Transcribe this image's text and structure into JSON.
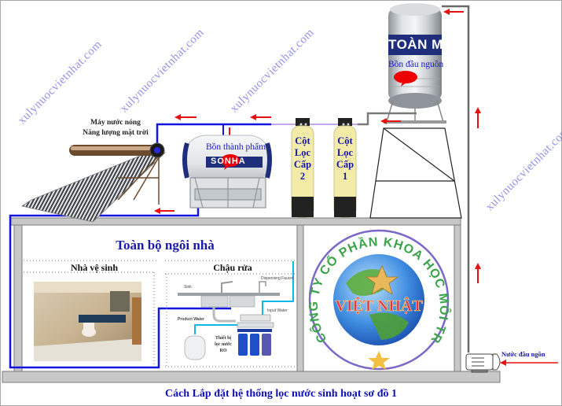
{
  "caption": "Cách Lắp đặt hệ thống lọc nước sinh hoạt sơ đồ 1",
  "watermark": "xulynuocvietnhat.com",
  "solar_heater": {
    "label_line1": "Máy nước nóng",
    "label_line2": "Năng lượng mặt trời"
  },
  "product_tank": {
    "label": "Bồn thành phẩm",
    "brand": "SONHA"
  },
  "source_tank": {
    "label": "Bồn đầu nguồn",
    "brand": "TOÀN MỸ"
  },
  "filter_columns": [
    {
      "line1": "Cột",
      "line2": "Lọc",
      "line3": "Cấp",
      "number": "2"
    },
    {
      "line1": "Cột",
      "line2": "Lọc",
      "line3": "Cấp",
      "number": "1"
    }
  ],
  "house": {
    "title": "Toàn bộ ngôi nhà",
    "bathroom_title": "Nhà vệ sinh",
    "kitchen_title": "Chậu rửa",
    "kitchen_labels": {
      "sink": "Sink",
      "dispensing_faucet": "Dispensing Faucet",
      "product_water": "Product Water",
      "input_water": "Input Water",
      "ro_device_line1": "Thiết bị",
      "ro_device_line2": "lọc nước",
      "ro_device_line3": "RO"
    }
  },
  "company_logo": {
    "ring_text": "CÔNG TY CỔ PHẦN KHOA HỌC MÔI TRƯỜNG",
    "center_text": "VIỆT NHẬT"
  },
  "pump": {
    "label": "Nước đầu ngồn"
  },
  "colors": {
    "pipe_blue": "#1414e0",
    "pipe_cyan": "#10b8e8",
    "arrow_red": "#e81010",
    "text_blue": "#1414a8",
    "wall_gray": "#c8c8c8",
    "filter_body": "#f2eca8"
  }
}
